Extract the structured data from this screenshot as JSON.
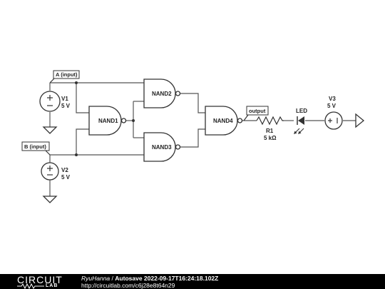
{
  "schematic": {
    "nodes": {
      "a_input": "A (input)",
      "b_input": "B (input)",
      "output": "output"
    },
    "gates": [
      "NAND1",
      "NAND2",
      "NAND3",
      "NAND4"
    ],
    "sources": [
      {
        "name": "V1",
        "value": "5 V"
      },
      {
        "name": "V2",
        "value": "5 V"
      },
      {
        "name": "V3",
        "value": "5 V"
      }
    ],
    "resistor": {
      "name": "R1",
      "value": "5 kΩ"
    },
    "led": {
      "name": "LED"
    },
    "colors": {
      "wire": "#555555",
      "component": "#333333",
      "footer_bg": "#000000"
    }
  },
  "footer": {
    "logo_line1": "CIRCUIT",
    "logo_line2": "LAB",
    "user": "RyuHanna",
    "separator": "/",
    "title": "Autosave 2022-09-17T16:24:18.102Z",
    "url": "http://circuitlab.com/c6j28e8t64n29"
  }
}
